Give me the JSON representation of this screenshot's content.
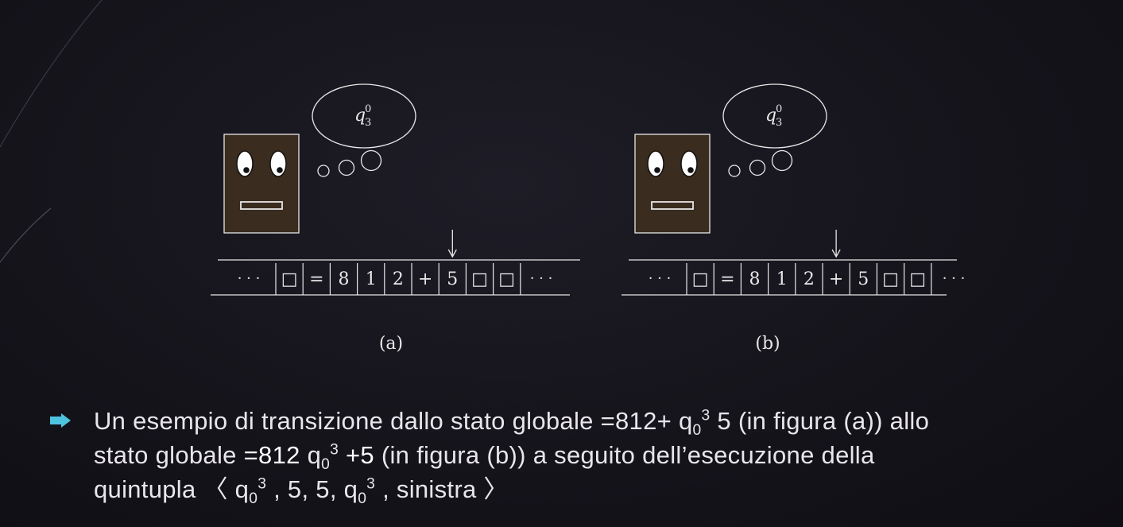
{
  "figures": [
    {
      "caption": "(a)",
      "state_base": "q",
      "state_sub": "3",
      "state_sup": "0",
      "tape": [
        "□",
        "=",
        "8",
        "1",
        "2",
        "+",
        "5",
        "□",
        "□"
      ],
      "left_ellipsis": "· · ·",
      "right_ellipsis": "· · ·",
      "head_index": 6
    },
    {
      "caption": "(b)",
      "state_base": "q",
      "state_sub": "3",
      "state_sup": "0",
      "tape": [
        "□",
        "=",
        "8",
        "1",
        "2",
        "+",
        "5",
        "□",
        "□"
      ],
      "left_ellipsis": "· · ·",
      "right_ellipsis": "· · ·",
      "head_index": 5
    }
  ],
  "bullet": {
    "line1_a": "Un esempio di transizione dallo stato globale =812+ q",
    "line1_sub": "0",
    "line1_sup": "3",
    "line1_b": " 5 (in figura (a)) allo",
    "line2_a": "stato globale ",
    "line2_em1": "=812",
    "line2_q": " q",
    "line2_sub": "0",
    "line2_sup": "3",
    "line2_em2": " +5",
    "line2_b": "  (in figura (b)) a seguito dell’esecuzione della",
    "line3_a": "quintupla   〈 q",
    "line3_sub1": "0",
    "line3_sup1": "3",
    "line3_b": " , 5, 5, q",
    "line3_sub2": "0",
    "line3_sup2": "3",
    "line3_c": " , sinistra 〉"
  },
  "colors": {
    "robot_fill": "#3a2c1e",
    "line": "#e8e8e8",
    "bullet_marker": "#4ec3e0"
  }
}
